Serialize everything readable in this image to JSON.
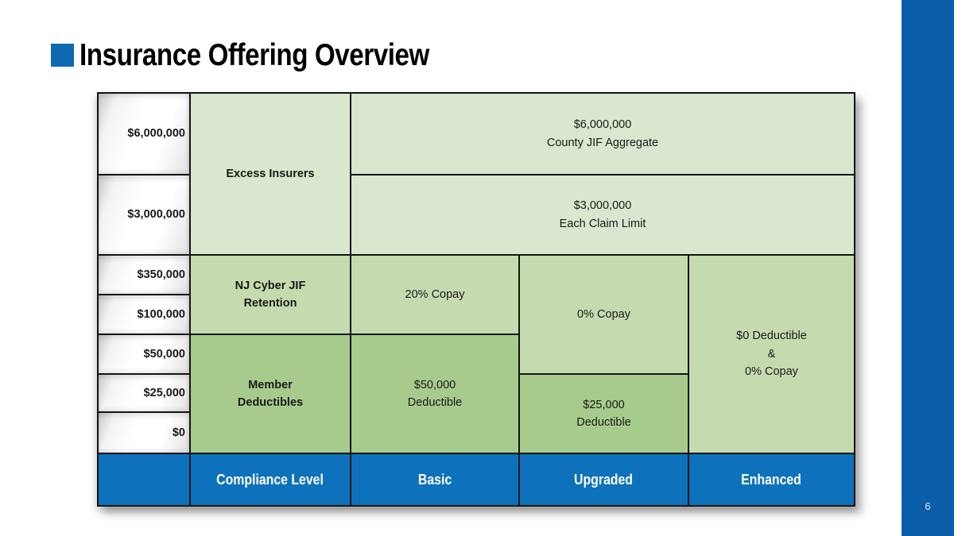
{
  "slide": {
    "title": "Insurance Offering Overview",
    "page_number": "6"
  },
  "colors": {
    "bullet_blue": "#0e68b2",
    "footer_blue": "#0e71bc",
    "sidebar_blue": "#0a5ea8",
    "green_lightest": "#d9e7ce",
    "green_medium": "#c5dbaf",
    "green_dark": "#a7cb8c",
    "border_black": "#141414"
  },
  "table": {
    "axis_labels": [
      "$6,000,000",
      "$3,000,000",
      "$350,000",
      "$100,000",
      "$50,000",
      "$25,000",
      "$0"
    ],
    "layers": {
      "excess_insurers": {
        "label": "Excess Insurers",
        "county_jif_aggregate": "$6,000,000\nCounty JIF Aggregate",
        "each_claim_limit": "$3,000,000\nEach Claim Limit"
      },
      "nj_cyber_jif_retention": {
        "label": "NJ Cyber JIF\nRetention"
      },
      "member_deductibles": {
        "label": "Member\nDeductibles"
      }
    },
    "plans": {
      "basic": {
        "label": "Basic",
        "copay": "20% Copay",
        "deductible": "$50,000\nDeductible"
      },
      "upgraded": {
        "label": "Upgraded",
        "copay": "0% Copay",
        "deductible": "$25,000\nDeductible"
      },
      "enhanced": {
        "label": "Enhanced",
        "benefit": "$0 Deductible\n&\n0% Copay"
      }
    },
    "footer_label": "Compliance Level"
  }
}
